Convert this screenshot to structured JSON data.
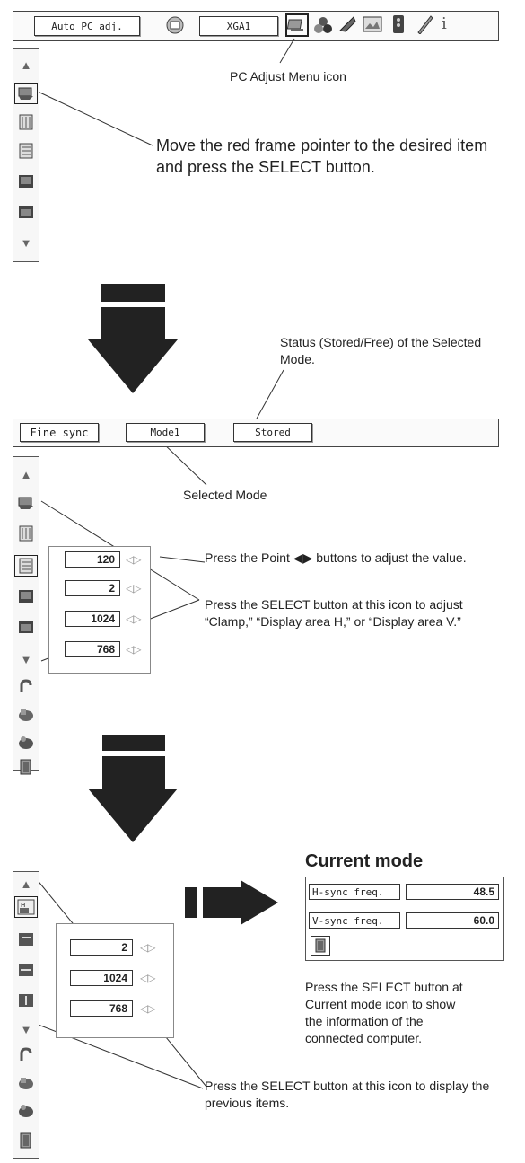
{
  "top_bar": {
    "auto_pc": "Auto PC adj.",
    "mode": "XGA1"
  },
  "callouts": {
    "pc_adjust_icon": "PC Adjust Menu icon",
    "move_pointer": "Move the red frame pointer to the desired item and press the SELECT button.",
    "status": "Status (Stored/Free) of the Selected Mode.",
    "selected_mode": "Selected Mode",
    "point_buttons": "Press the Point ◀▶ buttons to adjust the value.",
    "select_icon": "Press the SELECT button at this icon to adjust “Clamp,” “Display area H,” or “Display area V.”",
    "current_mode_note": "Press the SELECT button at Current mode icon to show the information of the connected computer.",
    "previous_items": "Press the SELECT button at this icon to display the previous items."
  },
  "fine_bar": {
    "fine_sync": "Fine sync",
    "mode": "Mode1",
    "status": "Stored"
  },
  "panel1_values": [
    "120",
    "2",
    "1024",
    "768"
  ],
  "panel2_values": [
    "2",
    "1024",
    "768"
  ],
  "current_mode": {
    "title": "Current mode",
    "h_label": "H-sync freq.",
    "h_value": "48.5",
    "v_label": "V-sync freq.",
    "v_value": "60.0"
  },
  "icons": {
    "up": "▲",
    "down": "▼"
  }
}
